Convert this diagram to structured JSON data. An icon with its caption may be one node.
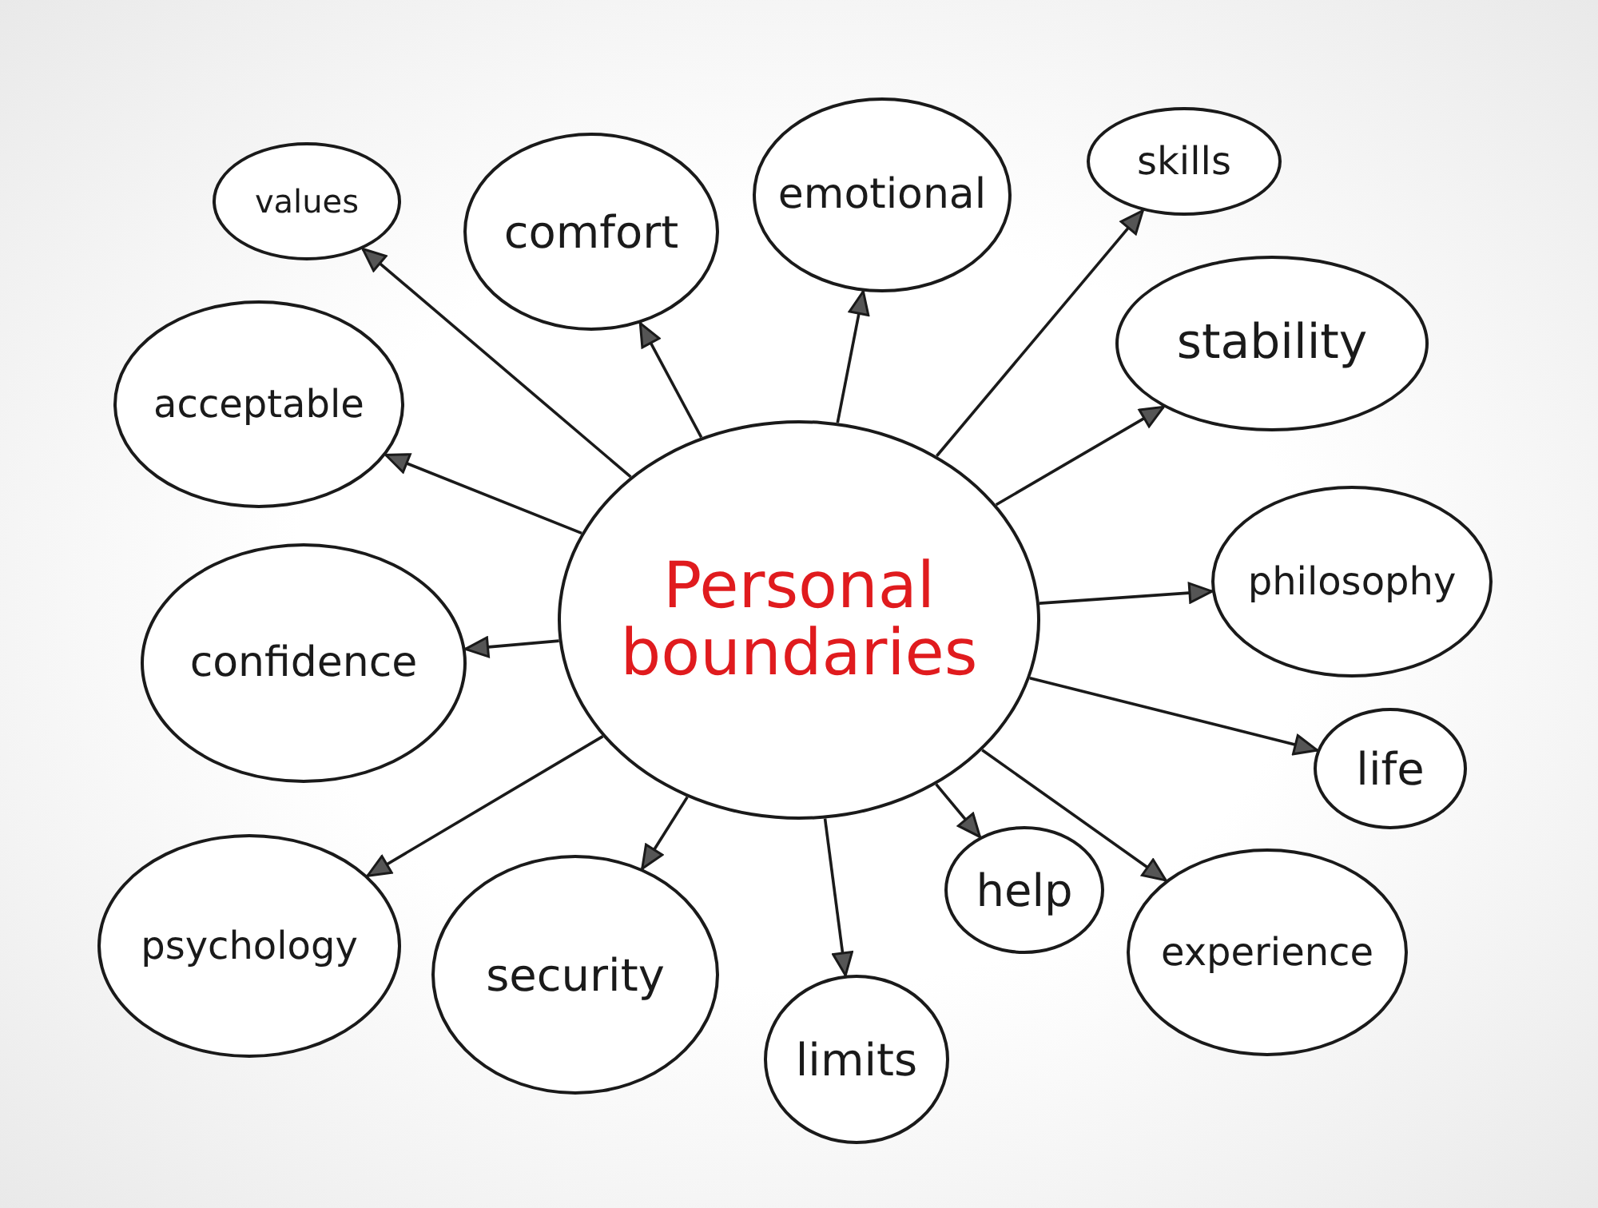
{
  "diagram": {
    "nodes": [
      {
        "text": [
          "Personal boundaries"
        ]
      },
      {
        "text": [
          "values"
        ]
      },
      {
        "text": [
          "comfort"
        ]
      },
      {
        "text": [
          "emotional"
        ]
      },
      {
        "text": [
          "skills"
        ]
      },
      {
        "text": [
          "acceptable"
        ]
      },
      {
        "text": [
          "stability"
        ]
      },
      {
        "text": [
          "confidence"
        ]
      },
      {
        "text": [
          "philosophy"
        ]
      },
      {
        "text": [
          "life"
        ]
      },
      {
        "text": [
          "psychology"
        ]
      },
      {
        "text": [
          "security"
        ]
      },
      {
        "text": [
          "limits"
        ]
      },
      {
        "text": [
          "help"
        ]
      },
      {
        "text": [
          "experience"
        ]
      }
    ],
    "edges": [
      {
        "from": 0,
        "to": 1,
        "arrow": "to"
      },
      {
        "from": 0,
        "to": 2,
        "arrow": "to"
      },
      {
        "from": 0,
        "to": 3,
        "arrow": "to"
      },
      {
        "from": 0,
        "to": 4,
        "arrow": "to"
      },
      {
        "from": 0,
        "to": 5,
        "arrow": "to"
      },
      {
        "from": 0,
        "to": 6,
        "arrow": "to"
      },
      {
        "from": 0,
        "to": 7,
        "arrow": "to"
      },
      {
        "from": 0,
        "to": 8,
        "arrow": "to"
      },
      {
        "from": 0,
        "to": 9,
        "arrow": "to"
      },
      {
        "from": 0,
        "to": 10,
        "arrow": "to"
      },
      {
        "from": 0,
        "to": 11,
        "arrow": "to"
      },
      {
        "from": 0,
        "to": 12,
        "arrow": "to"
      },
      {
        "from": 0,
        "to": 13,
        "arrow": "to"
      },
      {
        "from": 0,
        "to": 14,
        "arrow": "to"
      }
    ]
  }
}
